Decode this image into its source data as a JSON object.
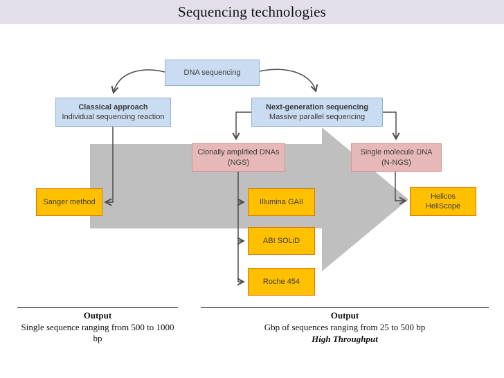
{
  "title": "Sequencing technologies",
  "colors": {
    "title_bar_bg": "#E3E0EB",
    "blue_fill": "#C9DCF1",
    "blue_border": "#95B3D7",
    "pink_fill": "#E6B9B8",
    "pink_border": "#D99694",
    "yellow_fill": "#FFC000",
    "yellow_border": "#DD7500",
    "gray_flow_arrow": "#BFBFBF",
    "connector": "#4D4D4D"
  },
  "boxes": {
    "dna": {
      "label": "DNA sequencing"
    },
    "classical": {
      "title": "Classical approach",
      "subtitle": "Individual sequencing reaction"
    },
    "ngs": {
      "title": "Next-generation sequencing",
      "subtitle": "Massive parallel sequencing"
    },
    "clonally": {
      "line1": "Clonally amplified DNAs",
      "line2": "(NGS)"
    },
    "single": {
      "line1": "Single molecule DNA",
      "line2": "(N-NGS)"
    },
    "sanger": {
      "label": "Sanger method"
    },
    "illumina": {
      "label": "Illumina GAII"
    },
    "abi": {
      "label": "ABI SOLiD"
    },
    "roche": {
      "label": "Roche 454"
    },
    "helicos": {
      "line1": "Helicos",
      "line2": "HeliScope"
    }
  },
  "outputs": {
    "left": {
      "heading": "Output",
      "line1": "Single sequence ranging from 500 to 1000 bp"
    },
    "right": {
      "heading": "Output",
      "line1": "Gbp of sequences ranging from 25 to 500 bp",
      "line2": "High Throughput"
    }
  }
}
